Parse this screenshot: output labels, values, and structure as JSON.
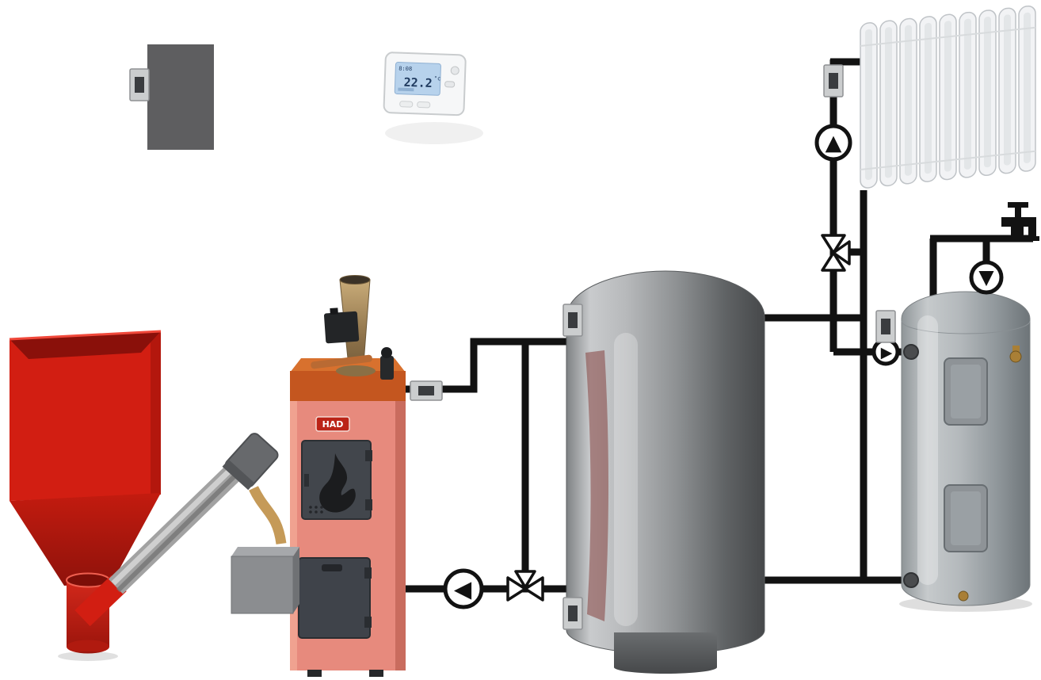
{
  "colors": {
    "pipe": "#121212",
    "hopper_red": "#d21e12",
    "hopper_dark": "#8a100a",
    "boiler_body": "#e78a7d",
    "boiler_shade": "#c96c5e",
    "boiler_top": "#c4561f",
    "boiler_top_light": "#d8712e",
    "door_gray": "#42464c",
    "buffer_mid": "#8e9193",
    "tank_mid": "#9aa0a4",
    "radiator_white": "#f2f3f5",
    "radiator_stroke": "#bfc3c7",
    "panel_gray": "#5e5e60",
    "sensor_gray": "#cbcdce",
    "sensor_band": "#3a3c3f",
    "lcd_blue": "#b7d2ec",
    "lcd_text": "#1f3a5f",
    "brass": "#a97f36",
    "metal": "#a2a2a2",
    "burner_gray": "#8b8d90",
    "flame_black": "#1b1c1e"
  },
  "thermostat": {
    "time": "8:08",
    "temperature": "22.2",
    "unit": "°c"
  },
  "boiler": {
    "brand": "HAD"
  },
  "icons": {
    "pump_up_glyph": "▲",
    "pump_down_glyph": "▼",
    "pump_left_glyph": "◀",
    "pump_right_glyph": "▶"
  },
  "components": [
    "pellet-hopper",
    "auger-feeder",
    "pellet-burner",
    "pellet-boiler",
    "flue-pipe",
    "control-panel",
    "room-thermostat",
    "buffer-tank",
    "radiator",
    "hot-water-tank",
    "heating-pump",
    "boiler-pump",
    "dhw-pump",
    "tap-pump",
    "three-way-valve-boiler",
    "three-way-valve-heating",
    "faucet",
    "temperature-sensors"
  ]
}
